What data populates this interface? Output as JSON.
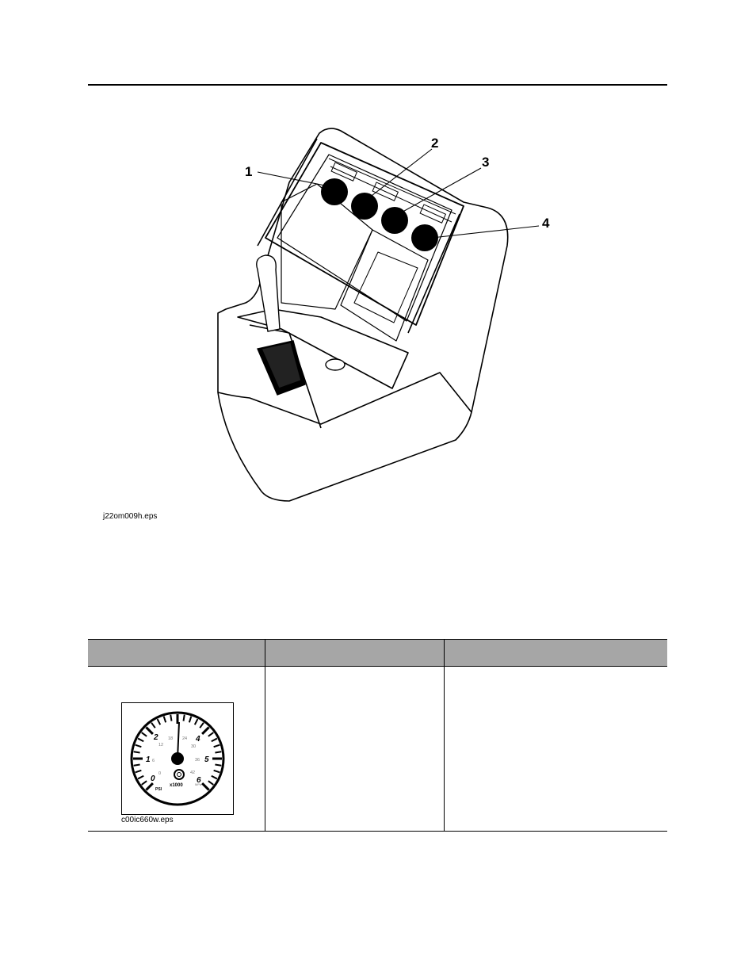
{
  "figure": {
    "caption": "j22om009h.eps",
    "callouts": [
      "1",
      "2",
      "3",
      "4"
    ]
  },
  "table": {
    "headers": [
      "",
      "",
      ""
    ],
    "row": {
      "image_caption": "c00ic660w.eps",
      "col2": "",
      "col3": ""
    }
  },
  "gauge": {
    "outer_labels": [
      "0",
      "1",
      "2",
      "4",
      "5",
      "6"
    ],
    "inner_labels": [
      "0",
      "6",
      "12",
      "18",
      "24",
      "30",
      "36",
      "42"
    ],
    "multiplier": "x1000",
    "unit_left": "PSI",
    "unit_right": "MPa"
  },
  "colors": {
    "header_fill": "#a6a6a6",
    "line": "#000000"
  }
}
